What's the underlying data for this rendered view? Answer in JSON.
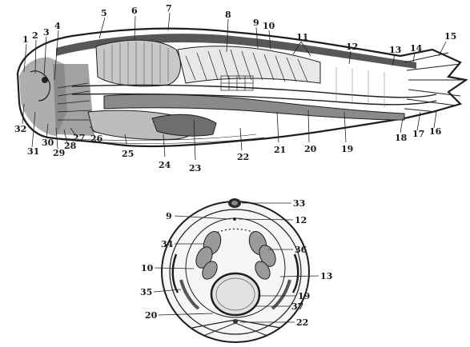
{
  "figure": {
    "upper_labels": [
      "1",
      "2",
      "3",
      "4",
      "5",
      "6",
      "7",
      "8",
      "9",
      "10",
      "11",
      "12",
      "13",
      "14",
      "15",
      "16",
      "17",
      "18",
      "19",
      "20",
      "21",
      "22",
      "23",
      "24",
      "25",
      "26",
      "27",
      "28",
      "29",
      "30",
      "31",
      "32"
    ],
    "lower_labels": [
      "33",
      "9",
      "12",
      "34",
      "36",
      "10",
      "13",
      "35",
      "19",
      "37",
      "20",
      "22"
    ]
  }
}
